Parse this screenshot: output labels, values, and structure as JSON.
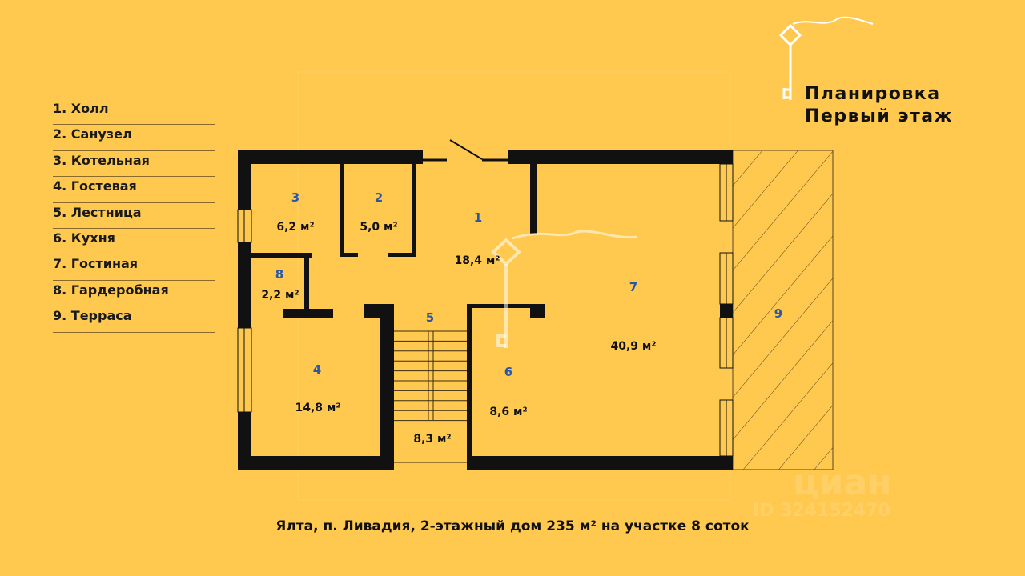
{
  "title": {
    "line1": "Планировка",
    "line2": "Первый этаж"
  },
  "legend": [
    {
      "label": "1. Холл"
    },
    {
      "label": "2. Санузел"
    },
    {
      "label": "3. Котельная"
    },
    {
      "label": "4. Гостевая"
    },
    {
      "label": "5. Лестница"
    },
    {
      "label": "6. Кухня"
    },
    {
      "label": "7. Гостиная"
    },
    {
      "label": "8. Гардеробная"
    },
    {
      "label": "9. Терраса"
    }
  ],
  "rooms": [
    {
      "num": "1",
      "area": "18,4 м²"
    },
    {
      "num": "2",
      "area": "5,0 м²"
    },
    {
      "num": "3",
      "area": "6,2 м²"
    },
    {
      "num": "4",
      "area": "14,8 м²"
    },
    {
      "num": "5",
      "area": "8,3 м²"
    },
    {
      "num": "6",
      "area": "8,6 м²"
    },
    {
      "num": "7",
      "area": "40,9 м²"
    },
    {
      "num": "8",
      "area": "2,2 м²"
    },
    {
      "num": "9"
    }
  ],
  "caption": "Ялта, п. Ливадия, 2-этажный дом 235 м² на участке 8 соток",
  "watermark": {
    "brand": "циан",
    "id": "ID 324152470"
  },
  "colors": {
    "background": "#FFC94F",
    "wall": "#111111",
    "room_number": "#2B57A8"
  }
}
